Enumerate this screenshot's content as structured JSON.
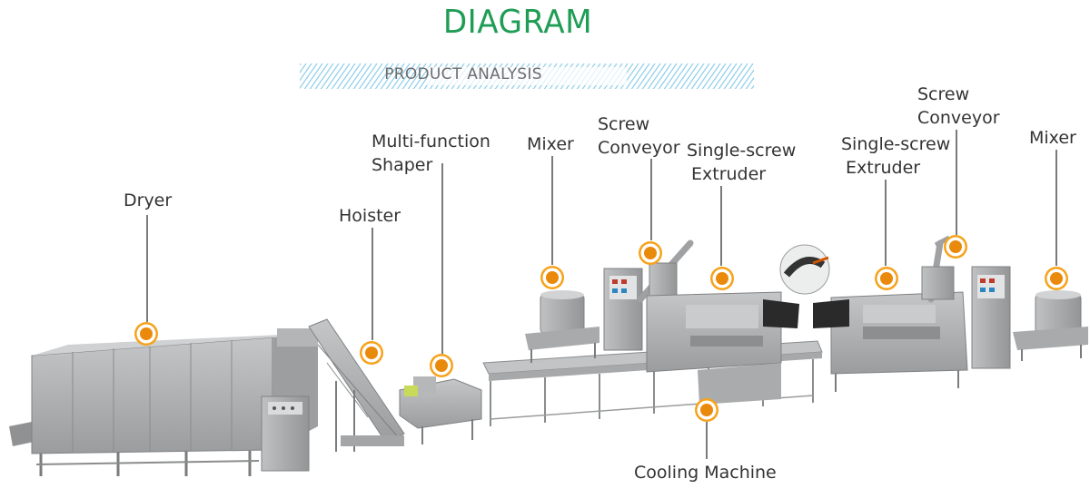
{
  "header": {
    "title": "DIAGRAM",
    "subtitle": "PRODUCT ANALYSIS"
  },
  "colors": {
    "title": "#1f9d55",
    "marker_outer": "#f4a21d",
    "marker_inner": "#e8870e",
    "steel": "#a9abad",
    "leader": "#222222"
  },
  "labels": {
    "dryer": "Dryer",
    "hoister": "Hoister",
    "shaper_1": "Multi-function",
    "shaper_2": "Shaper",
    "mixer_left": "Mixer",
    "screw_conveyor_left_1": "Screw",
    "screw_conveyor_left_2": "Conveyor",
    "extruder_left_1": "Single-screw",
    "extruder_left_2": "Extruder",
    "extruder_right_1": "Single-screw",
    "extruder_right_2": "Extruder",
    "screw_conveyor_right_1": "Screw",
    "screw_conveyor_right_2": "Conveyor",
    "mixer_right": "Mixer",
    "cooling_machine": "Cooling Machine"
  }
}
